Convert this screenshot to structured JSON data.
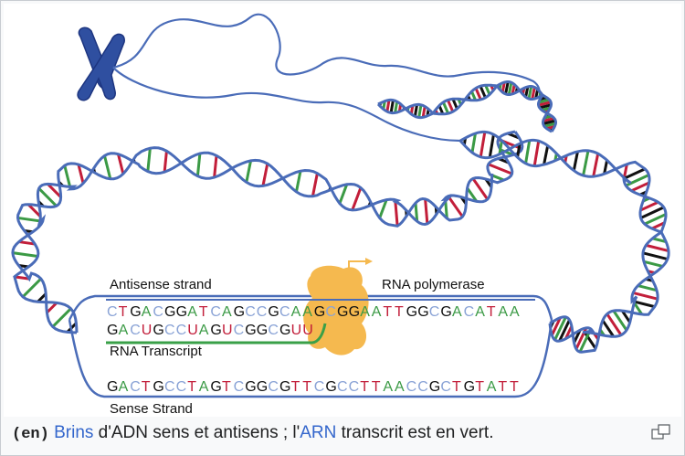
{
  "diagram": {
    "label_antisense": "Antisense strand",
    "label_polymerase": "RNA polymerase",
    "label_rna": "RNA Transcript",
    "label_sense": "Sense Strand",
    "antisense_seq": "CTGACGGATCAGCCGCAAGCGGAATTGGCGACATAA",
    "rna_seq": "GACUGCCUAGUCGGCGUU",
    "sense_seq": "GACTGCCTAGTCGGCGTTCGCCTTAACCGCTGTATT"
  },
  "colors": {
    "backbone": "#4a6cb8",
    "A": "#3b9a45",
    "T": "#c21e3a",
    "U": "#c21e3a",
    "G": "#111111",
    "C": "#8aa3d6",
    "polymerase": "#f5b94f",
    "rna_strand": "#3aa048"
  },
  "caption": {
    "lang": "(en)",
    "w1": "Brins",
    "t1": " d'ADN sens et antisens ; l'",
    "w2": "ARN",
    "t2": " transcrit est en vert."
  },
  "icons": {
    "enlarge": "magnify-clip-icon",
    "chromosome": "chromosome-icon"
  }
}
